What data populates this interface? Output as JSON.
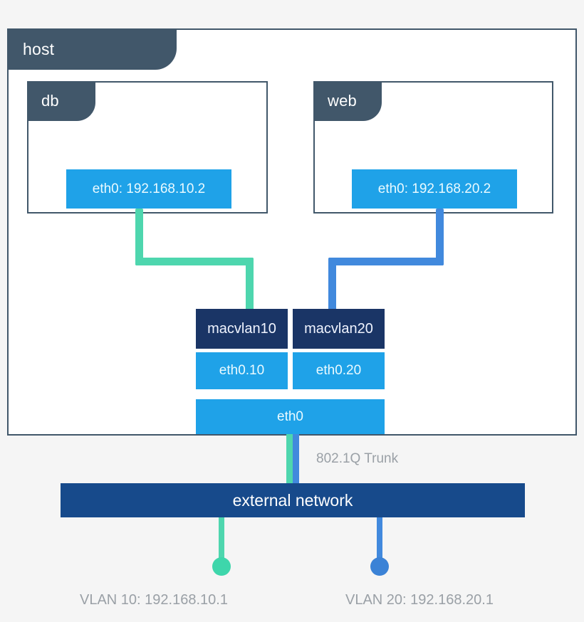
{
  "diagram": {
    "type": "network-topology",
    "background_color": "#f5f5f5",
    "palette": {
      "host_frame_border": "#41576a",
      "tab_fill": "#41576a",
      "interface_blue": "#1fa2e8",
      "macvlan_navy": "#1a3566",
      "external_navy": "#174a8b",
      "vlan10_green": "#4ed6ae",
      "vlan20_blue": "#4189dd",
      "note_gray": "#9aa0a6"
    },
    "host": {
      "label": "host",
      "containers": [
        {
          "name": "db",
          "label": "db",
          "interface": {
            "icon": "network-interface-icon",
            "label": "eth0: 192.168.10.2",
            "ip": "192.168.10.2",
            "device": "eth0"
          }
        },
        {
          "name": "web",
          "label": "web",
          "interface": {
            "icon": "network-interface-icon",
            "label": "eth0: 192.168.20.2",
            "ip": "192.168.20.2",
            "device": "eth0"
          }
        }
      ],
      "macvlans": [
        {
          "label": "macvlan10",
          "parent_label": "eth0.10",
          "vlan": 10
        },
        {
          "label": "macvlan20",
          "parent_label": "eth0.20",
          "vlan": 20
        }
      ],
      "physical_nic": {
        "label": "eth0"
      }
    },
    "trunk": {
      "label": "802.1Q Trunk",
      "carried_vlans": [
        10,
        20
      ]
    },
    "external_network": {
      "label": "external network"
    },
    "gateways": [
      {
        "label": "VLAN 10: 192.168.10.1",
        "vlan": 10,
        "ip": "192.168.10.1",
        "color": "#3ed6ab",
        "endpoint_icon": "node-dot-icon"
      },
      {
        "label": "VLAN 20: 192.168.20.1",
        "vlan": 20,
        "ip": "192.168.20.1",
        "color": "#3b82d6",
        "endpoint_icon": "node-dot-icon"
      }
    ]
  }
}
